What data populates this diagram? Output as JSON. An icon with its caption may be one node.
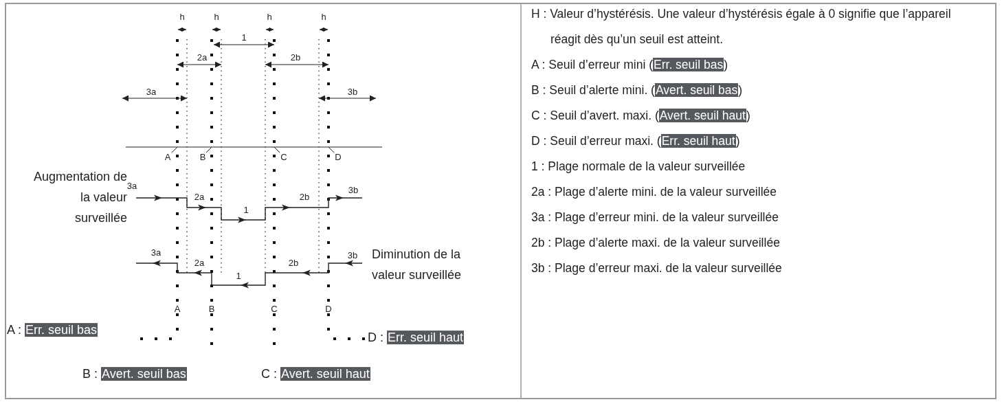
{
  "diagram": {
    "labels": [
      "h",
      "h",
      "h",
      "h",
      "1",
      "2a",
      "2b",
      "3a",
      "3b",
      "A",
      "B",
      "C",
      "D",
      "Augmentation de la valeur surveillée",
      "3a",
      "2a",
      "1",
      "2b",
      "3b",
      "Diminution de la valeur surveillée",
      "3a",
      "2a",
      "1",
      "2b",
      "3b",
      "A",
      "B",
      "C",
      "D",
      "A : **Err. seuil bas**",
      "D : **Err. seuil haut**",
      "B : **Avert. seuil bas**",
      "C : **Avert. seuil haut**",
      "H : Valeur d’hystérésis. Une valeur d’hystérésis égale à 0 signifie que l’appareil réagit dès qu’un seuil est atteint.",
      "A : Seuil d’erreur mini (**Err. seuil bas**)",
      "B : Seuil d’alerte mini. (**Avert. seuil bas**)",
      "C : Seuil d’avert. maxi. (**Avert. seuil haut**)",
      "D : Seuil d’erreur maxi. (**Err. seuil haut**)",
      "1 : Plage normale de la valeur surveillée",
      "2a : Plage d’alerte mini. de la valeur surveillée",
      "3a : Plage d’erreur mini. de la valeur surveillée",
      "2b : Plage d’alerte maxi. de la valeur surveillée",
      "3b : Plage d’erreur maxi. de la valeur surveillée"
    ]
  }
}
